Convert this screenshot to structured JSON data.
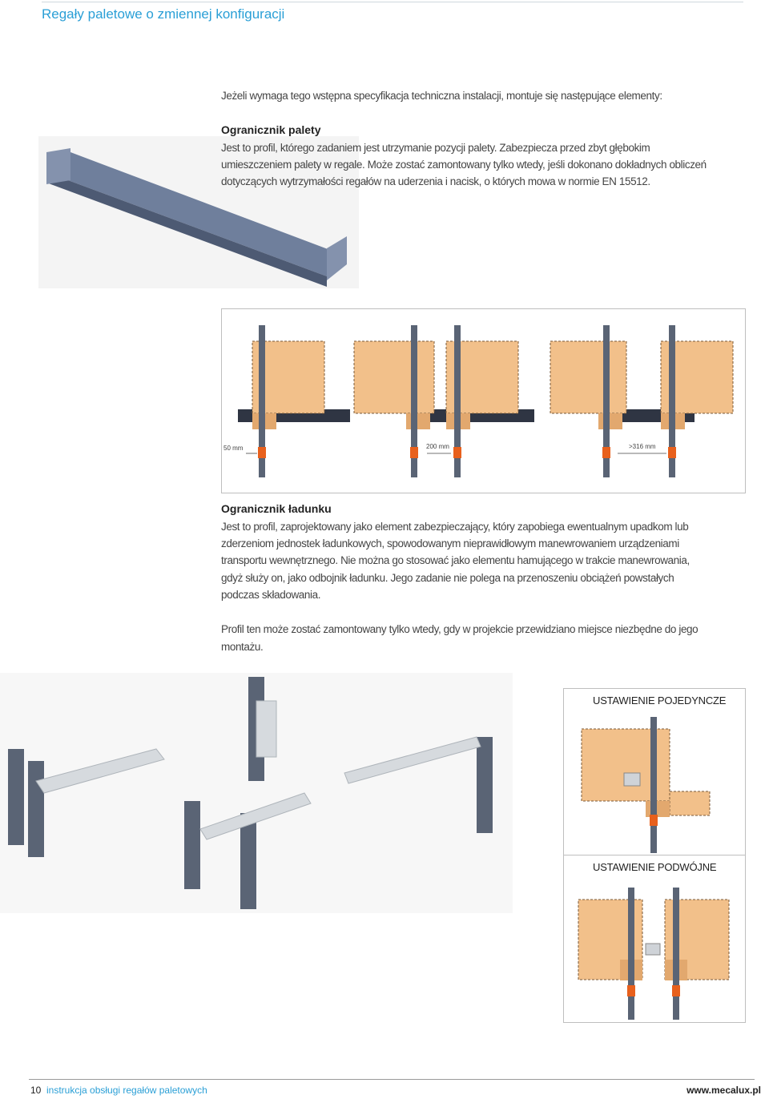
{
  "header": {
    "title": "Regały paletowe o zmiennej konfiguracji"
  },
  "intro": "Jeżeli wymaga tego wstępna specyfikacja techniczna instalacji, montuje się następujące elementy:",
  "pallet_stop": {
    "heading": "Ogranicznik palety",
    "lines": [
      "Jest to profil, którego zadaniem jest utrzymanie pozycji palety. Zabezpiecza przed zbyt głębokim",
      "umieszczeniem palety w regale. Może zostać zamontowany tylko wtedy, jeśli dokonano dokładnych obliczeń",
      "dotyczących wytrzymałości regałów na uderzenia i nacisk, o których mowa w normie EN 15512."
    ]
  },
  "diagram": {
    "dims": [
      "50 mm",
      "200 mm",
      ">316 mm"
    ]
  },
  "load_stop": {
    "heading": "Ogranicznik ładunku",
    "lines": [
      "Jest to profil, zaprojektowany jako element zabezpieczający, który zapobiega ewentualnym upadkom lub",
      "zderzeniom jednostek ładunkowych, spowodowanym nieprawidłowym manewrowaniem urządzeniami",
      "transportu wewnętrznego. Nie można go stosować jako elementu hamującego w trakcie manewrowania,",
      "gdyż służy on, jako odbojnik ładunku. Jego zadanie nie polega na przenoszeniu obciążeń powstałych",
      "podczas składowania."
    ],
    "note_lines": [
      "Profil ten może zostać zamontowany tylko wtedy, gdy w projekcie przewidziano miejsce niezbędne do jego",
      "montażu."
    ]
  },
  "setup_boxes": {
    "single": "USTAWIENIE POJEDYNCZE",
    "double": "USTAWIENIE PODWÓJNE"
  },
  "footer": {
    "page": "10",
    "text": "instrukcja obsługi regałów paletowych",
    "url": "www.mecalux.pl"
  },
  "colors": {
    "accent": "#2a9fd6",
    "pallet": "#f2c08a",
    "upright": "#5a6475",
    "marker": "#e8601c"
  }
}
